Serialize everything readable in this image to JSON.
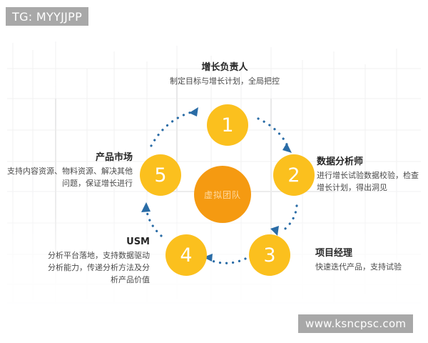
{
  "watermarks": {
    "top_left": "TG: MYYJJPP",
    "bottom_right": "www.ksncpsc.com",
    "background_color": "#a8a8a8",
    "text_color": "#ffffff"
  },
  "colors": {
    "node_yellow": "#fbc01e",
    "hub_orange": "#f59a11",
    "hub_text": "#ffd9a0",
    "connector_blue": "#2a6ca6",
    "page_background": "#ffffff",
    "title_text": "#262626",
    "desc_text": "#4a4a4a"
  },
  "hub": {
    "label": "虚拟团队"
  },
  "nodes": [
    {
      "number": "1",
      "title": "增长负责人",
      "desc": "制定目标与增长计划，全局把控"
    },
    {
      "number": "2",
      "title": "数据分析师",
      "desc": "进行增长试验数据校验，检查增长计划，得出洞见"
    },
    {
      "number": "3",
      "title": "项目经理",
      "desc": "快速迭代产品，支持试验"
    },
    {
      "number": "4",
      "title": "USM",
      "desc": "分析平台落地，支持数据驱动分析能力，传递分析方法及分析产品价值"
    },
    {
      "number": "5",
      "title": "产品市场",
      "desc": "支持内容资源、物料资源、解决其他问题，保证增长进行"
    }
  ],
  "connectors": {
    "style": "dotted-arc-arrow",
    "direction": "clockwise",
    "sequence": [
      "5->1",
      "1->2",
      "2->3",
      "3->4",
      "4->5"
    ]
  }
}
